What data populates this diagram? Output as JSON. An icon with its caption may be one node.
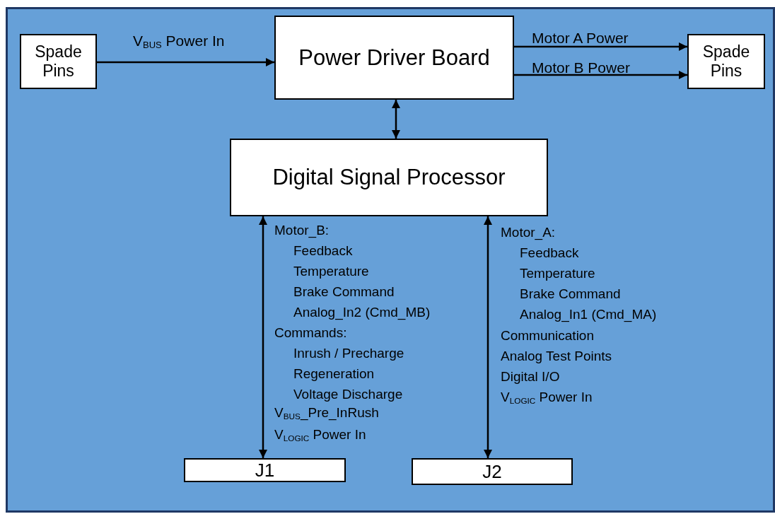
{
  "diagram": {
    "nodes": [
      {
        "text": [
          "Spade Pins"
        ]
      },
      {
        "text": [
          "Power Driver Board"
        ]
      },
      {
        "text": [
          "Spade Pins"
        ]
      },
      {
        "text": [
          "Digital Signal Processor"
        ]
      },
      {
        "text": [
          "J1"
        ]
      },
      {
        "text": [
          "J2"
        ]
      }
    ],
    "edges": [
      {
        "from": 0,
        "to": 1,
        "arrow": "to",
        "label": "V$_{BUS}$ Power In"
      },
      {
        "from": 1,
        "to": 2,
        "arrow": "to",
        "label": "Motor A Power"
      },
      {
        "from": 1,
        "to": 2,
        "arrow": "to",
        "label": "Motor B Power"
      },
      {
        "from": 1,
        "to": 3,
        "arrow": "both"
      },
      {
        "from": 3,
        "to": 4,
        "arrow": "both"
      },
      {
        "from": 3,
        "to": 5,
        "arrow": "both"
      }
    ],
    "labels": [
      "Motor_B:",
      "Feedback",
      "Temperature",
      "Brake Command",
      "Analog_In2 (Cmd_MB)",
      "Commands:",
      "Inrush / Precharge",
      "Regeneration",
      "Voltage Discharge",
      "V$_{BUS}$_Pre_InRush",
      "V$_{LOGIC}$ Power In",
      "Motor_A:",
      "Feedback",
      "Temperature",
      "Brake Command",
      "Analog_In1 (Cmd_MA)",
      "Communication",
      "Analog Test Points",
      "Digital I/O",
      "V$_{LOGIC}$ Power In"
    ]
  }
}
